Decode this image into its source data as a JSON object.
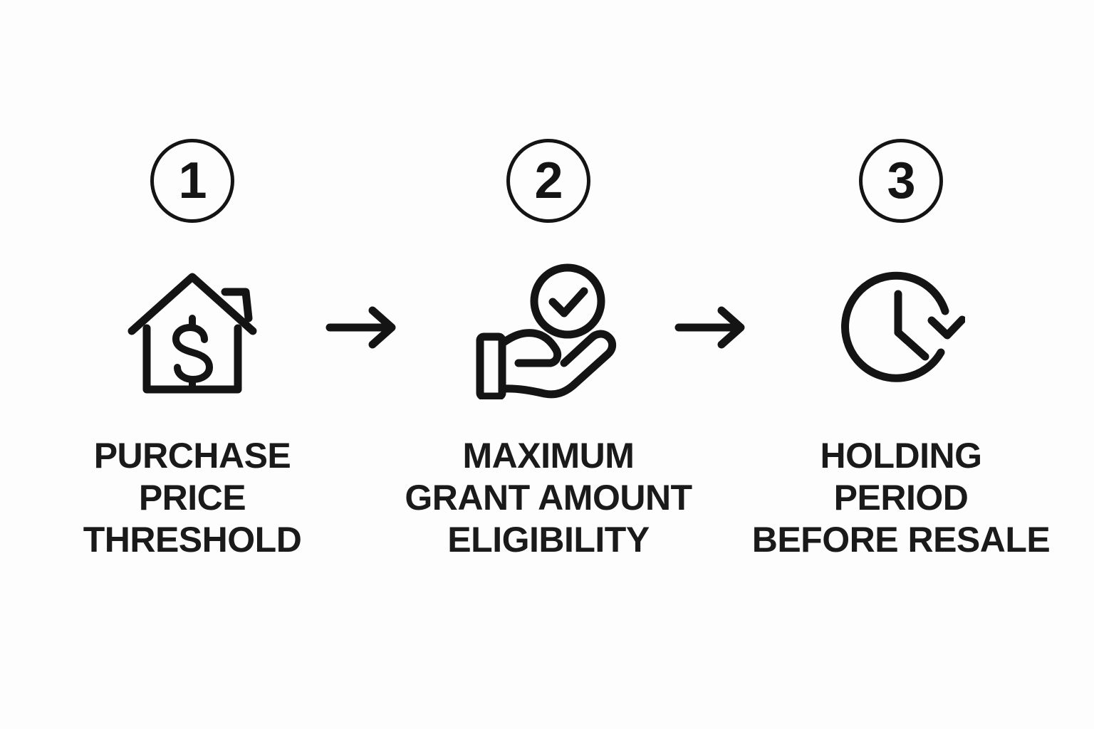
{
  "graphic": {
    "type": "process-flow",
    "orientation": "horizontal",
    "step_count": 3,
    "background_color": "#fdfdfd",
    "ink_color": "#141414",
    "text_color": "#1a1a1a"
  },
  "steps": [
    {
      "number": "1",
      "icon": "house-dollar-icon",
      "caption_lines": [
        "PURCHASE",
        "PRICE",
        "THRESHOLD"
      ],
      "caption_text": "PURCHASE PRICE THRESHOLD"
    },
    {
      "number": "2",
      "icon": "hand-holding-check-icon",
      "caption_lines": [
        "MAXIMUM",
        "GRANT AMOUNT",
        "ELIGIBILITY"
      ],
      "caption_text": "MAXIMUM GRANT AMOUNT ELIGIBILITY"
    },
    {
      "number": "3",
      "icon": "clock-arrow-icon",
      "caption_lines": [
        "HOLDING",
        "PERIOD",
        "BEFORE RESALE"
      ],
      "caption_text": "HOLDING PERIOD BEFORE RESALE"
    }
  ],
  "connectors": [
    {
      "icon": "arrow-right-icon",
      "from_step": "1",
      "to_step": "2"
    },
    {
      "icon": "arrow-right-icon",
      "from_step": "2",
      "to_step": "3"
    }
  ]
}
